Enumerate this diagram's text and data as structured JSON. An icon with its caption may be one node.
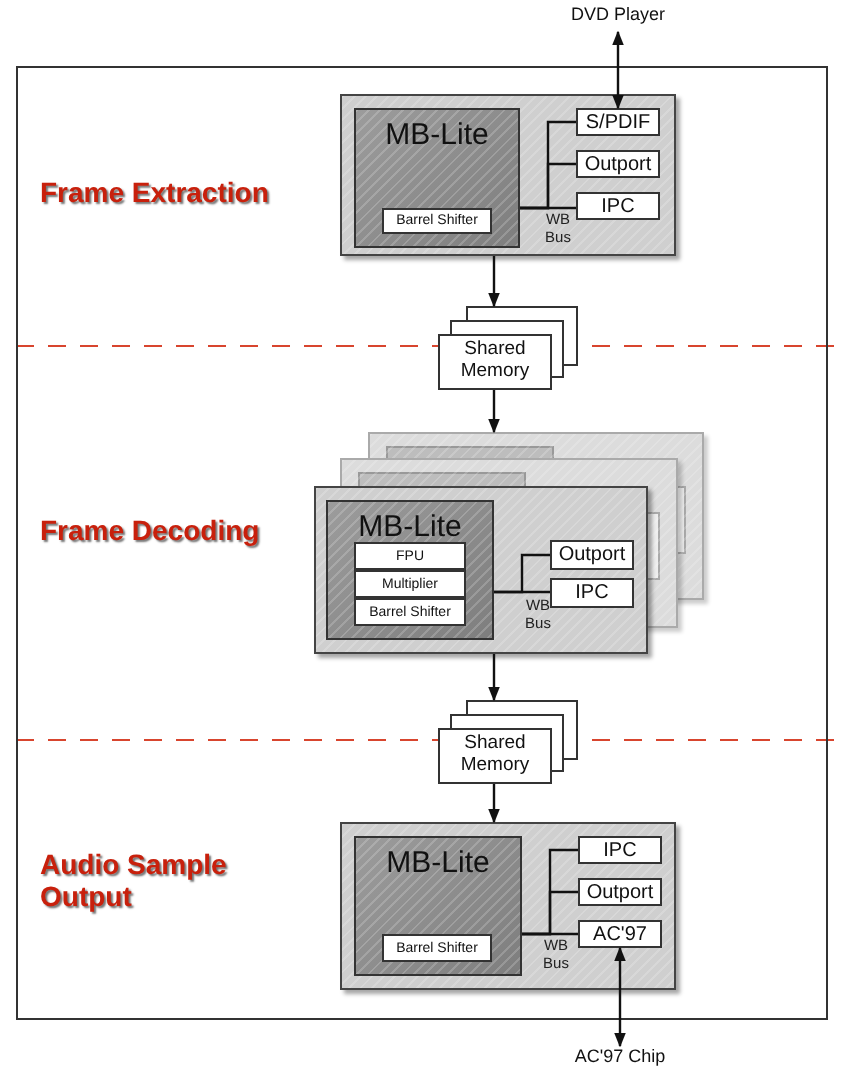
{
  "diagram": {
    "nodes": [
      {
        "text": [],
        "shape": "box"
      },
      {
        "text": [
          "DVD Player"
        ]
      },
      {
        "text": [
          "WB Bus"
        ],
        "in": 0
      },
      {
        "text": [
          "MB-Lite"
        ],
        "in": 2
      },
      {
        "text": [
          "Barrel Shifter"
        ],
        "in": 3
      },
      {
        "text": [
          "S/PDIF"
        ],
        "in": 2
      },
      {
        "text": [
          "Outport"
        ],
        "in": 2
      },
      {
        "text": [
          "IPC"
        ],
        "in": 2
      },
      {
        "text": [
          "Shared Memory"
        ],
        "in": 0
      },
      {
        "text": [
          "WB Bus"
        ],
        "in": 0
      },
      {
        "text": [
          "MB-Lite"
        ],
        "in": 9
      },
      {
        "text": [
          "FPU"
        ],
        "in": 10
      },
      {
        "text": [
          "Multiplier"
        ],
        "in": 10
      },
      {
        "text": [
          "Barrel Shifter"
        ],
        "in": 10
      },
      {
        "text": [
          "Outport"
        ],
        "in": 9
      },
      {
        "text": [
          "IPC"
        ],
        "in": 9
      },
      {
        "text": [
          "Shared Memory"
        ],
        "in": 0
      },
      {
        "text": [
          "WB Bus"
        ],
        "in": 0
      },
      {
        "text": [
          "MB-Lite"
        ],
        "in": 17
      },
      {
        "text": [
          "Barrel Shifter"
        ],
        "in": 18
      },
      {
        "text": [
          "IPC"
        ],
        "in": 17
      },
      {
        "text": [
          "Outport"
        ],
        "in": 17
      },
      {
        "text": [
          "AC'97"
        ],
        "in": 17
      },
      {
        "text": [
          "AC'97 Chip"
        ]
      }
    ],
    "edges": [
      {
        "from": 1,
        "to": 5,
        "arrow": "both"
      },
      {
        "from": 2,
        "to": 8,
        "arrow": "to"
      },
      {
        "from": 8,
        "to": 9,
        "arrow": "to"
      },
      {
        "from": 9,
        "to": 16,
        "arrow": "to"
      },
      {
        "from": 16,
        "to": 17,
        "arrow": "to"
      },
      {
        "from": 22,
        "to": 23,
        "arrow": "both"
      },
      {
        "from": 3,
        "to": 5,
        "arrow": "none"
      },
      {
        "from": 3,
        "to": 6,
        "arrow": "none"
      },
      {
        "from": 3,
        "to": 7,
        "arrow": "none"
      },
      {
        "from": 10,
        "to": 14,
        "arrow": "none"
      },
      {
        "from": 10,
        "to": 15,
        "arrow": "none"
      },
      {
        "from": 18,
        "to": 20,
        "arrow": "none"
      },
      {
        "from": 18,
        "to": 21,
        "arrow": "none"
      },
      {
        "from": 18,
        "to": 22,
        "arrow": "none"
      }
    ],
    "labels": [
      "Frame Extraction",
      "Frame Decoding",
      "Audio Sample Output"
    ]
  }
}
